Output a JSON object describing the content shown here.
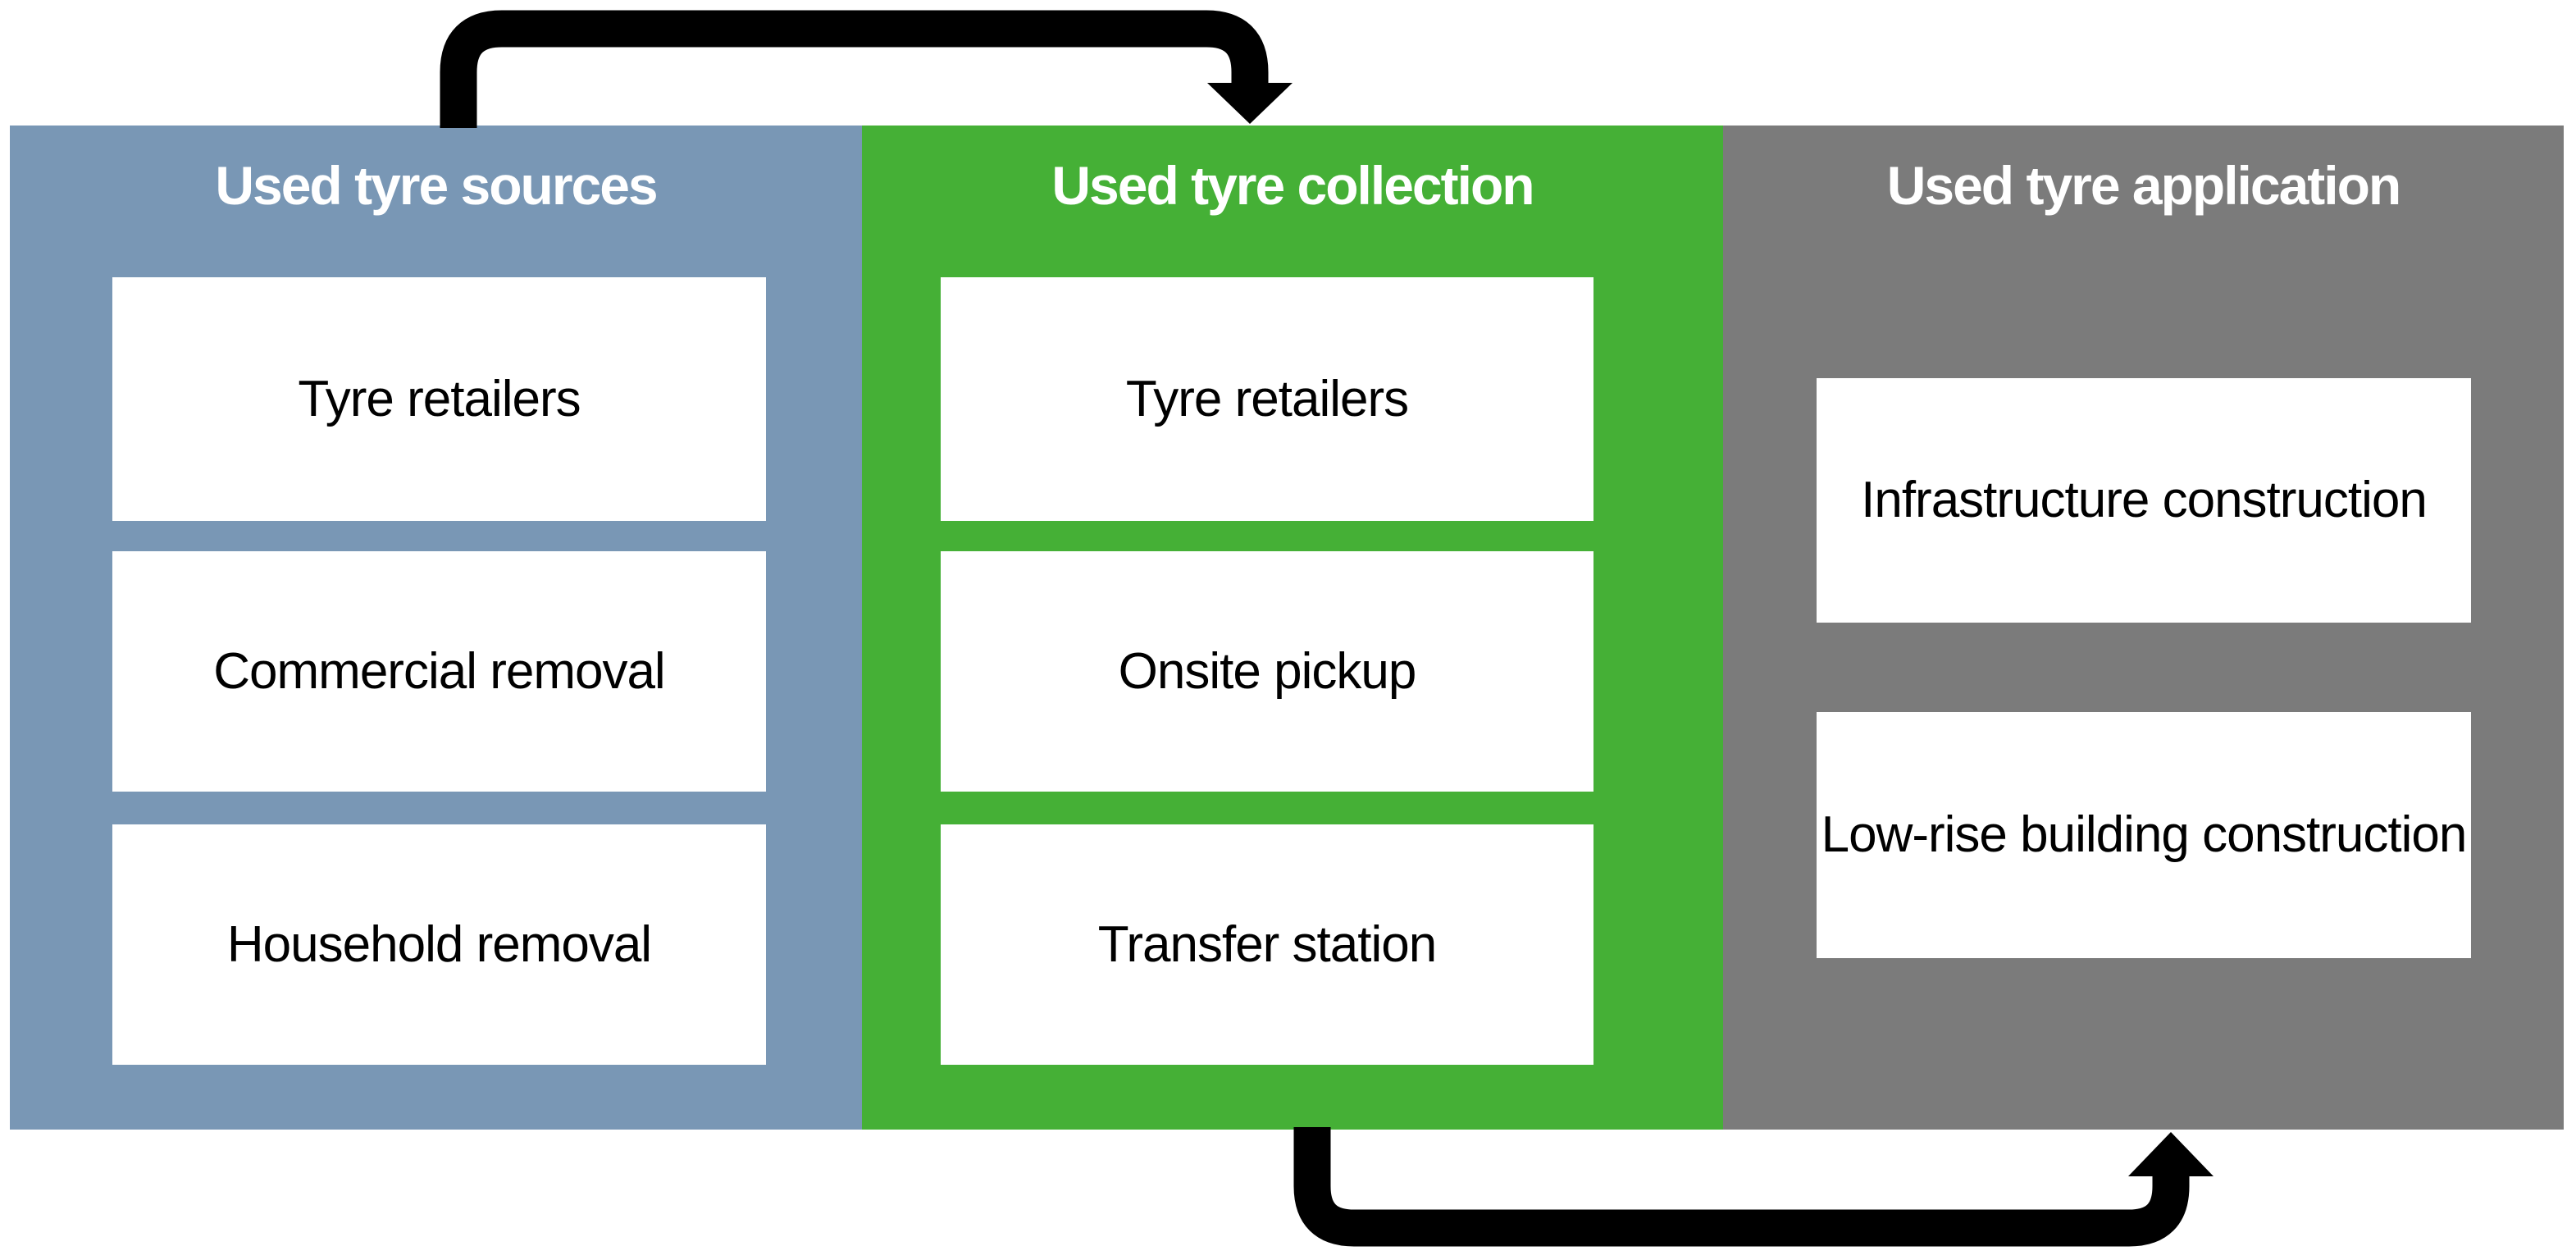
{
  "diagram": {
    "background_color": "#ffffff",
    "box_color": "#ffffff",
    "box_text_color": "#000000",
    "title_text_color": "#ffffff",
    "arrow_color": "#000000",
    "columns": [
      {
        "title": "Used tyre sources",
        "color": "#7997b5",
        "boxes": [
          "Tyre retailers",
          "Commercial removal",
          "Household removal"
        ]
      },
      {
        "title": "Used tyre collection",
        "color": "#45b036",
        "boxes": [
          "Tyre retailers",
          "Onsite pickup",
          "Transfer station"
        ]
      },
      {
        "title": "Used tyre application",
        "color": "#7b7b7b",
        "boxes": [
          "Infrastructure construction",
          "Low-rise building construction"
        ]
      }
    ],
    "arrows": [
      {
        "name": "sources-to-collection",
        "description": "top arrow from Used tyre sources into Used tyre collection"
      },
      {
        "name": "collection-to-application",
        "description": "bottom arrow from Used tyre collection into Used tyre application"
      }
    ]
  }
}
